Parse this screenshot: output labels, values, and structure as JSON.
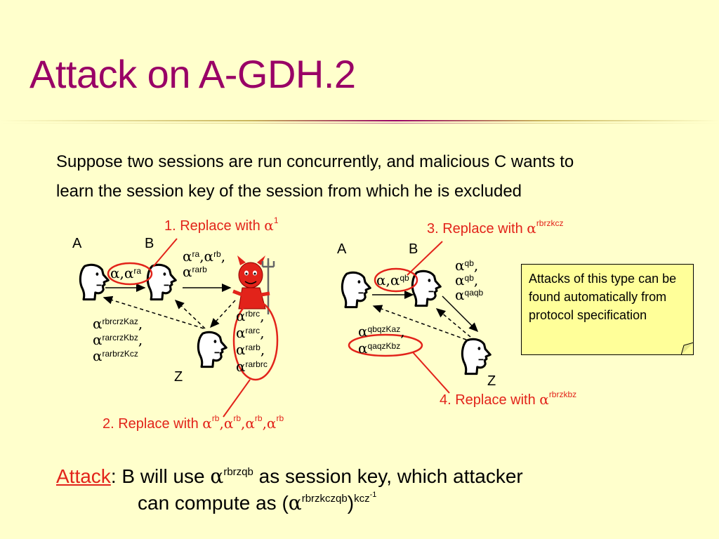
{
  "slide": {
    "title": "Attack on A-GDH.2",
    "intro_line1": "Suppose two sessions are run concurrently, and malicious C wants to",
    "intro_line2": "learn the session key of the session from which he is excluded"
  },
  "left_session": {
    "label_a": "A",
    "label_b": "B",
    "label_z": "Z",
    "step1": "1. Replace with ",
    "step1_sup": "1",
    "step2": "2. Replace with ",
    "step2_sups": [
      "rb",
      "rb",
      "rb",
      "rb"
    ],
    "msg_ab_sup": "ra",
    "msg_bc_line1_sups": [
      "ra",
      "rb"
    ],
    "msg_bc_line2_sup": "rarb",
    "msg_cz": [
      "rbrc",
      "rarc",
      "rarb",
      "rarbrc"
    ],
    "msg_za": [
      "rbrcrzKaz",
      "rarcrzKbz",
      "rarbrzKcz"
    ]
  },
  "right_session": {
    "label_a": "A",
    "label_b": "B",
    "label_z": "Z",
    "step3": "3. Replace with ",
    "step3_sup": "rbrzkcz",
    "step4": "4. Replace with ",
    "step4_sup": "rbrzkbz",
    "msg_ab_sup": "qb",
    "msg_bz": [
      "qb",
      "qb",
      "qaqb"
    ],
    "msg_za": [
      "qbqzKaz",
      "qaqzKbz"
    ]
  },
  "note": {
    "text": "Attacks of this type can be found automatically from protocol specification"
  },
  "attack": {
    "keyword": "Attack",
    "line1_prefix": ": B will use ",
    "line1_sup": "rbrzqb",
    "line1_suffix": " as session key, which attacker",
    "line2_prefix": "can compute as (",
    "line2_sup": "rbrzkczqb",
    "line2_close": ")",
    "line2_exp": "kcz",
    "line2_exp_sup": "-1"
  },
  "colors": {
    "title": "#990066",
    "accent_red": "#E2231A",
    "background": "#FFFFCC",
    "note_fill": "#FFFF99"
  },
  "icons": {
    "person": "head-profile-icon",
    "attacker": "devil-icon"
  }
}
